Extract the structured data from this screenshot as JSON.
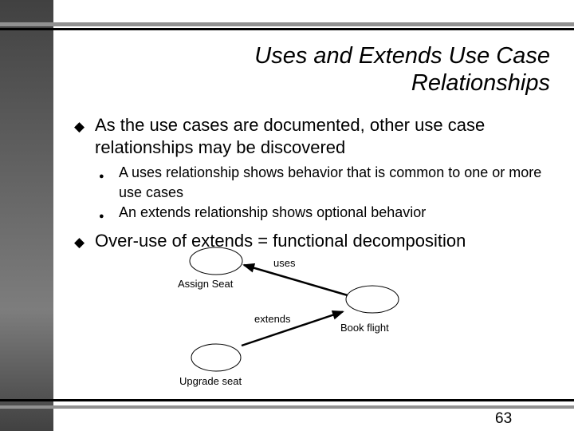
{
  "slide": {
    "title": "Uses and Extends Use Case Relationships",
    "bullets": [
      {
        "marker": "◆",
        "text": "As the use cases are documented, other use case relationships may be discovered",
        "children": [
          {
            "marker": "●",
            "text": "A uses relationship shows behavior that is common to one or more use cases"
          },
          {
            "marker": "●",
            "text": "An extends relationship shows optional behavior"
          }
        ]
      },
      {
        "marker": "◆",
        "text": "Over-use of extends = functional decomposition"
      }
    ],
    "page_number": "63"
  },
  "diagram": {
    "use_cases": [
      "Assign Seat",
      "Book flight",
      "Upgrade seat"
    ],
    "relationships": [
      {
        "label": "uses",
        "from": "Book flight",
        "to": "Assign Seat"
      },
      {
        "label": "extends",
        "from": "Upgrade seat",
        "to": "Book flight"
      }
    ]
  },
  "colors": {
    "sidebar_dark": "#414141",
    "sidebar_light": "#7d7d7d",
    "rule_gray": "#919191",
    "rule_black": "#000000",
    "text": "#000000"
  }
}
